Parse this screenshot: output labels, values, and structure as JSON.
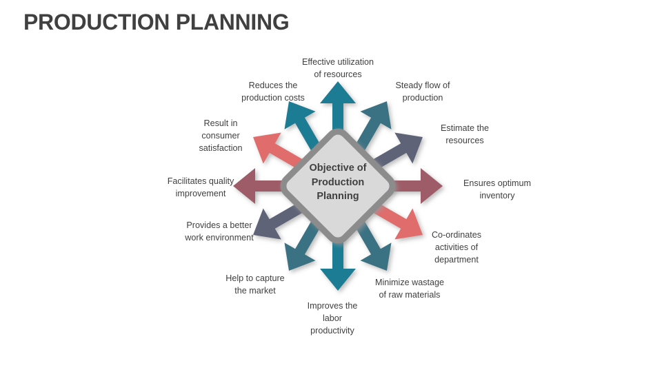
{
  "slide": {
    "title": "PRODUCTION PLANNING",
    "background_color": "#FFFFFF",
    "title_color": "#404040"
  },
  "center": {
    "shape": "diamond",
    "text": "Objective of\nProduction\nPlanning",
    "fill_color": "#D9D9D9",
    "border_color": "#8C8C8C",
    "text_color": "#3F3F3F"
  },
  "palette": {
    "teal_bright": "#1B7B93",
    "teal_dark": "#3A7283",
    "slate": "#5E6478",
    "mauve": "#9E5C68",
    "salmon": "#E06C6C",
    "shadow": "#BFBFBF"
  },
  "arrows": [
    {
      "id": "arrow-top",
      "angle_deg": 90,
      "color": "#1B7B93",
      "length": "long",
      "label": "Effective utilization\nof resources"
    },
    {
      "id": "arrow-up-right",
      "angle_deg": 60,
      "color": "#3A7283",
      "length": "short",
      "label": "Steady flow of\nproduction"
    },
    {
      "id": "arrow-right-upper",
      "angle_deg": 30,
      "color": "#5E6478",
      "length": "short",
      "label": "Estimate the\nresources"
    },
    {
      "id": "arrow-right",
      "angle_deg": 0,
      "color": "#9E5C68",
      "length": "long",
      "label": "Ensures optimum\ninventory"
    },
    {
      "id": "arrow-right-lower",
      "angle_deg": -30,
      "color": "#E06C6C",
      "length": "short",
      "label": "Co-ordinates\nactivities of\ndepartment"
    },
    {
      "id": "arrow-down-right",
      "angle_deg": -60,
      "color": "#3A7283",
      "length": "short",
      "label": "Minimize wastage\nof raw materials"
    },
    {
      "id": "arrow-bottom",
      "angle_deg": -90,
      "color": "#1B7B93",
      "length": "long",
      "label": "Improves the\nlabor\nproductivity"
    },
    {
      "id": "arrow-down-left",
      "angle_deg": -120,
      "color": "#3A7283",
      "length": "short",
      "label": "Help to capture\nthe market"
    },
    {
      "id": "arrow-left-lower",
      "angle_deg": -150,
      "color": "#5E6478",
      "length": "short",
      "label": "Provides a better\nwork environment"
    },
    {
      "id": "arrow-left",
      "angle_deg": 180,
      "color": "#9E5C68",
      "length": "long",
      "label": "Facilitates quality\nimprovement"
    },
    {
      "id": "arrow-left-upper",
      "angle_deg": 150,
      "color": "#E06C6C",
      "length": "short",
      "label": "Result in\nconsumer\nsatisfaction"
    },
    {
      "id": "arrow-up-left",
      "angle_deg": 120,
      "color": "#1B7B93",
      "length": "short",
      "label": "Reduces the\nproduction costs"
    }
  ],
  "labels": {
    "effective_utilization": "Effective utilization\nof resources",
    "steady_flow": "Steady flow of\nproduction",
    "estimate_resources": "Estimate the\nresources",
    "ensures_optimum": "Ensures optimum\ninventory",
    "coordinates_activities": "Co-ordinates\nactivities of\ndepartment",
    "minimize_wastage": "Minimize wastage\nof raw materials",
    "improves_labor": "Improves the\nlabor\nproductivity",
    "help_capture": "Help to capture\nthe market",
    "provides_better": "Provides a better\nwork environment",
    "facilitates_quality": "Facilitates quality\nimprovement",
    "result_consumer": "Result in\nconsumer\nsatisfaction",
    "reduces_costs": "Reduces the\nproduction costs"
  }
}
